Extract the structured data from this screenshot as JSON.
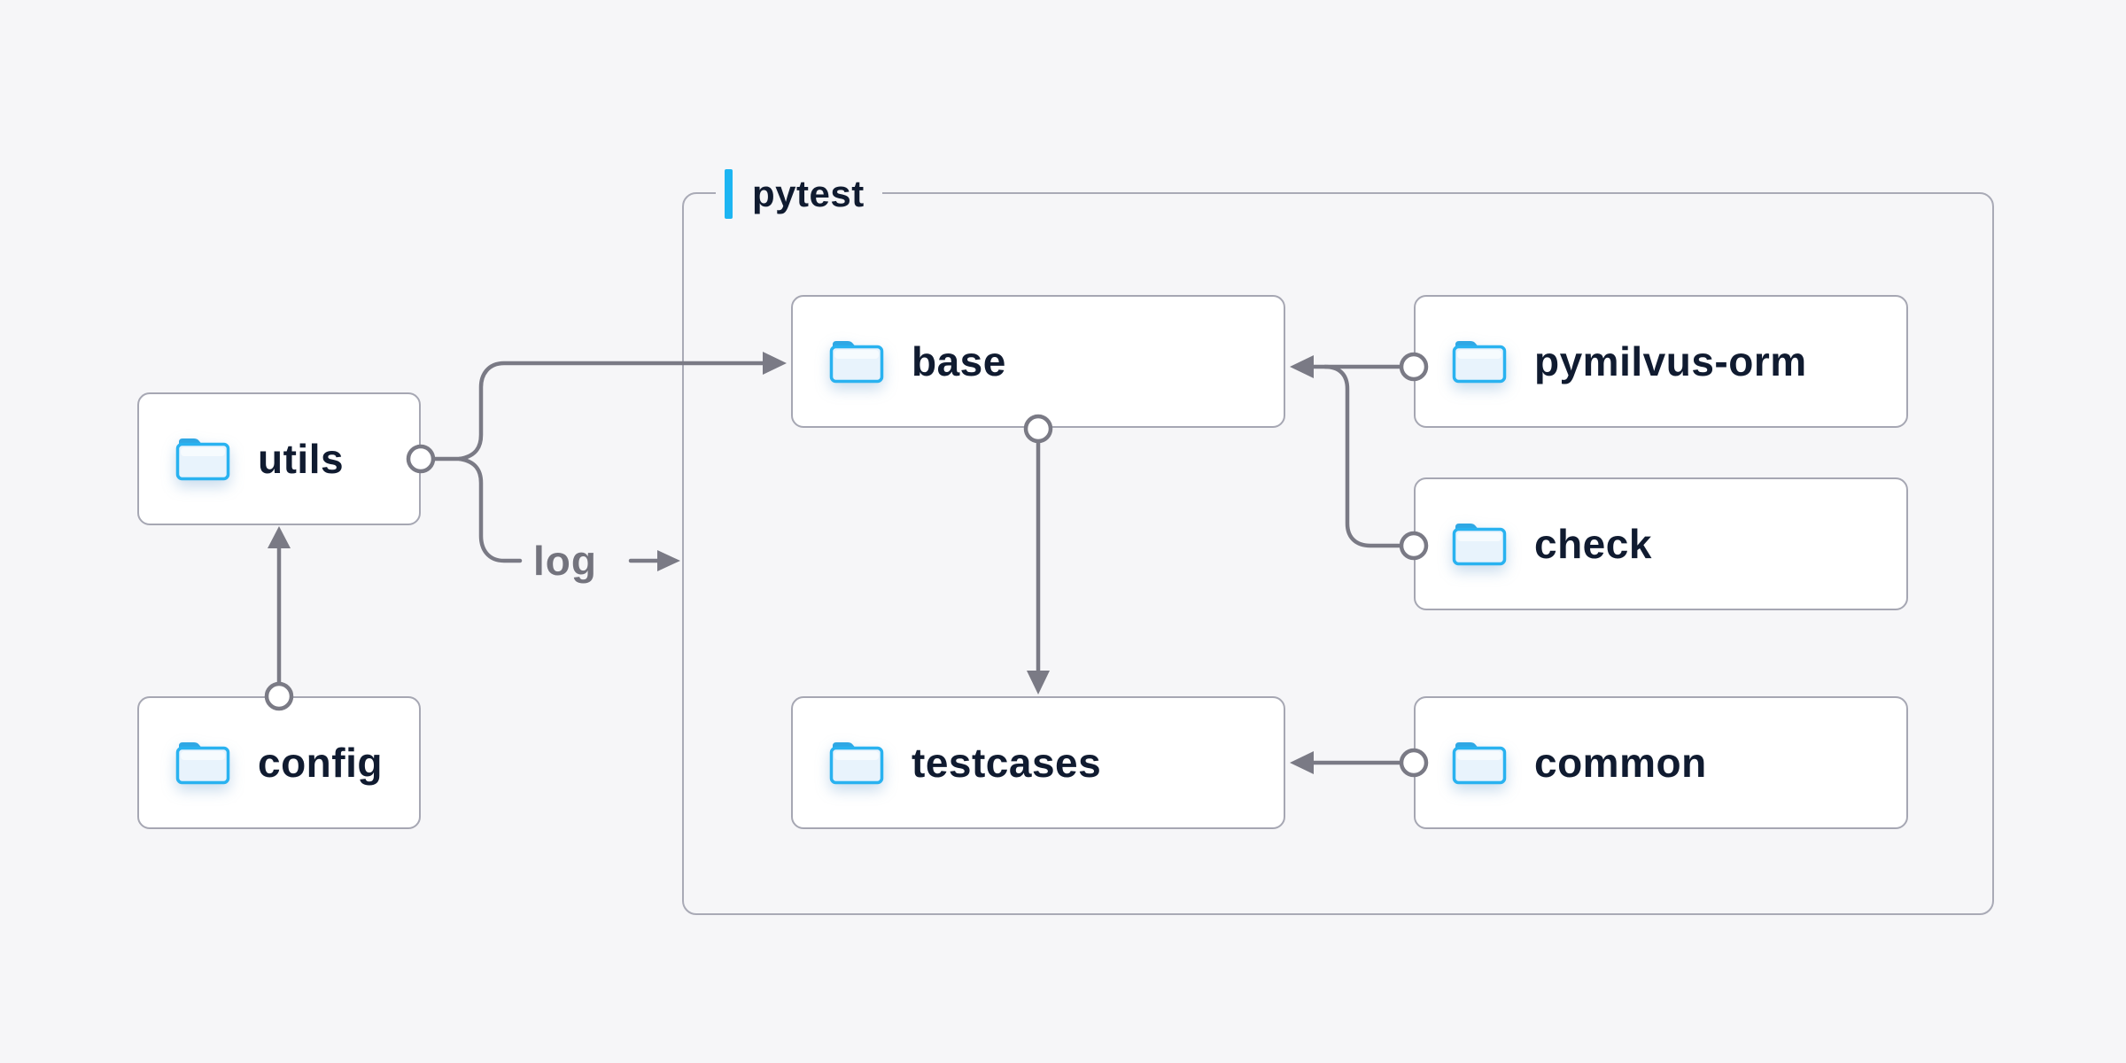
{
  "diagram": {
    "group": {
      "label": "pytest",
      "accent_color": "#1db5f2"
    },
    "nodes": {
      "utils": {
        "label": "utils",
        "icon": "folder-icon"
      },
      "config": {
        "label": "config",
        "icon": "folder-icon"
      },
      "base": {
        "label": "base",
        "icon": "folder-icon"
      },
      "pymilvus_orm": {
        "label": "pymilvus-orm",
        "icon": "folder-icon"
      },
      "check": {
        "label": "check",
        "icon": "folder-icon"
      },
      "testcases": {
        "label": "testcases",
        "icon": "folder-icon"
      },
      "common": {
        "label": "common",
        "icon": "folder-icon"
      }
    },
    "edges": {
      "log_label": "log",
      "connections": [
        {
          "from": "config",
          "to": "utils"
        },
        {
          "from": "utils",
          "to": "base"
        },
        {
          "from": "utils",
          "to": "log (pytest)"
        },
        {
          "from": "base",
          "to": "testcases"
        },
        {
          "from": "pymilvus-orm",
          "to": "base"
        },
        {
          "from": "check",
          "to": "base"
        },
        {
          "from": "common",
          "to": "testcases"
        }
      ]
    },
    "colors": {
      "background": "#f6f6f8",
      "node_background": "#ffffff",
      "node_border": "#a6a7b3",
      "group_border": "#a9aab6",
      "connector": "#7a7a85",
      "node_text": "#101b30",
      "edge_label_text": "#73737d",
      "folder_blue": "#29b2f0",
      "folder_tab_blue": "#2fa7e4",
      "folder_fill": "#e8f3fc",
      "accent_blue": "#1db5f2"
    }
  }
}
